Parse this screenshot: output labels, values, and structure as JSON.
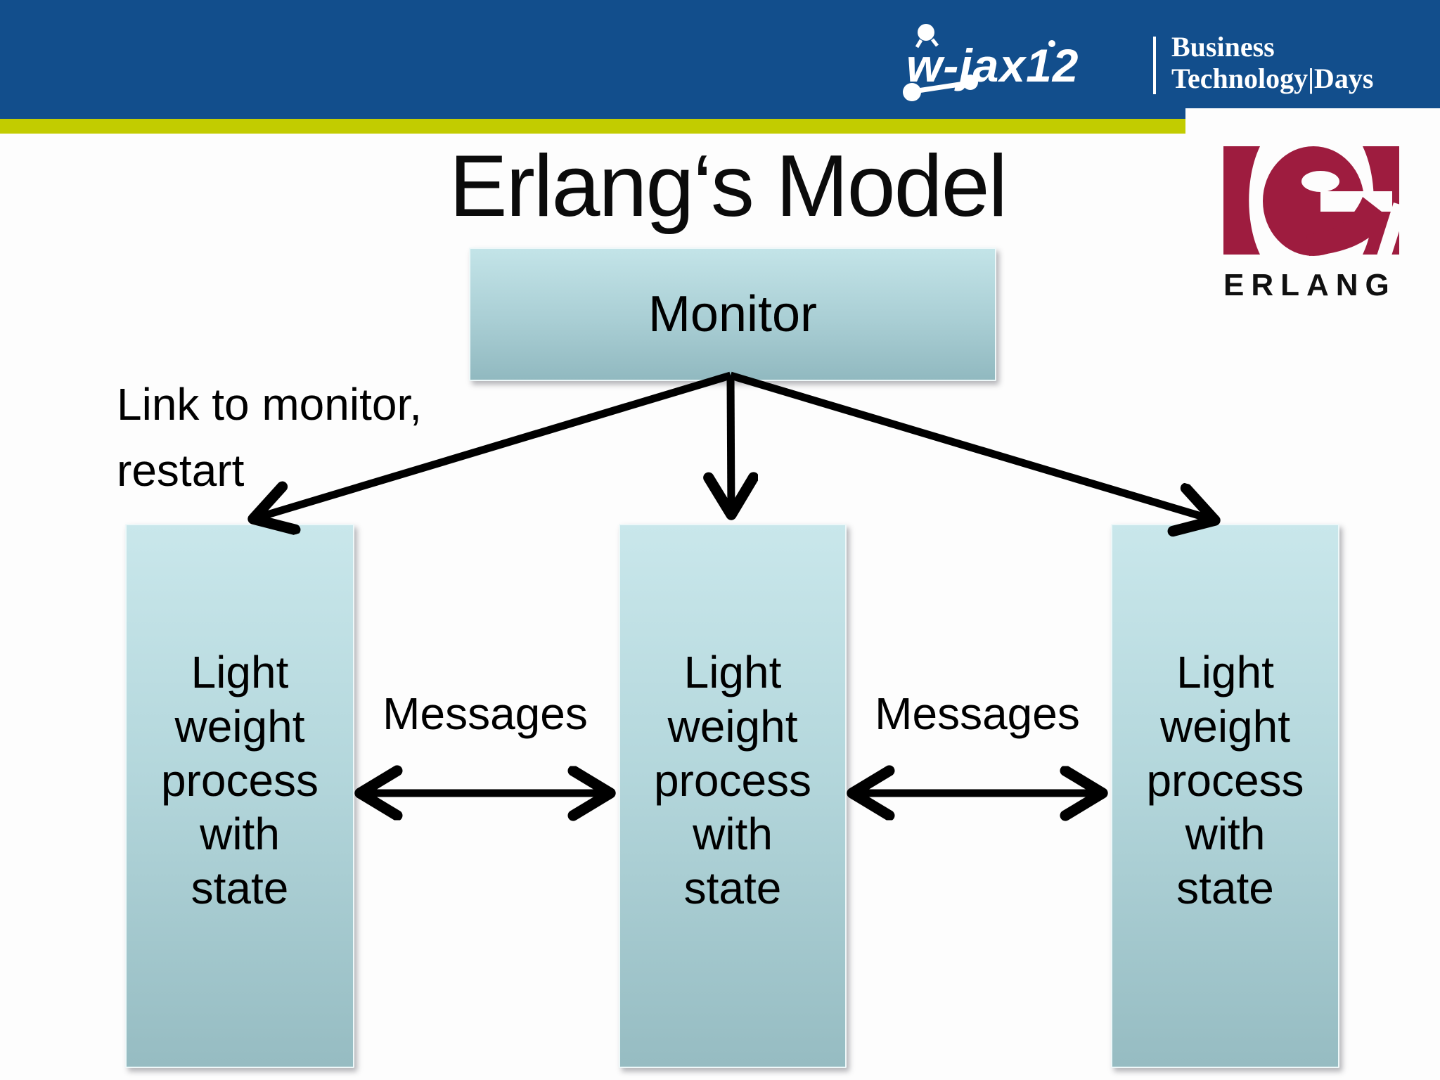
{
  "header": {
    "wjax": {
      "wordmark": "w-jax12"
    },
    "brand": {
      "line1": "Business",
      "line2": "Technology|Days"
    }
  },
  "logos": {
    "erlang": {
      "wordmark": "ERLANG"
    }
  },
  "slide": {
    "title": "Erlang‘s Model",
    "monitor": {
      "label": "Monitor"
    },
    "link_note": {
      "line1": "Link to monitor,",
      "line2": "restart"
    },
    "messages": {
      "left": "Messages",
      "right": "Messages"
    },
    "processes": [
      {
        "lines": [
          "Light",
          "weight",
          "process",
          "with",
          "state"
        ]
      },
      {
        "lines": [
          "Light",
          "weight",
          "process",
          "with",
          "state"
        ]
      },
      {
        "lines": [
          "Light",
          "weight",
          "process",
          "with",
          "state"
        ]
      }
    ]
  },
  "colors": {
    "header_blue": "#124E8C",
    "stripe_yellow": "#C2CC00",
    "erlang_red": "#9E1C3F",
    "box_gradient_top": "#C9E7EB",
    "box_gradient_bottom": "#96BCC2",
    "arrow": "#000000",
    "text": "#000000"
  }
}
